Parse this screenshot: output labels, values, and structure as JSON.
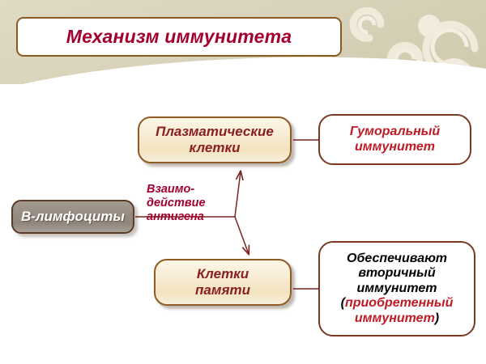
{
  "slide": {
    "title": "Механизм иммунитета",
    "title_color": "#a4002e",
    "header_color": "#d8d3ba",
    "background_color": "#ffffff"
  },
  "nodes": {
    "lymphocytes": {
      "label": "В-лимфоциты",
      "fill": "#958b81",
      "text_color": "#ffffff"
    },
    "plasma_cells": {
      "line1": "Плазматические",
      "line2": "клетки",
      "fill": "#f4e5c8",
      "text_color": "#8a2020"
    },
    "memory_cells": {
      "line1": "Клетки",
      "line2": "памяти",
      "fill": "#f4e5c8",
      "text_color": "#8a2020"
    },
    "humoral_immunity": {
      "line1": "Гуморальный",
      "line2": "иммунитет",
      "fill": "#ffffff",
      "text_color": "#c01a24"
    },
    "secondary_immunity": {
      "line1": "Обеспечивают",
      "line2": "вторичный",
      "line3": "иммунитет",
      "line4_open": "(",
      "line4_red": "приобретенный",
      "line5_red": "иммунитет",
      "line5_close": ")",
      "fill": "#ffffff",
      "text_color": "#000000",
      "accent_color": "#c01a24"
    }
  },
  "labels": {
    "antigen_interaction": {
      "line1": "Взаимо-",
      "line2": "действие",
      "line3": "антигена",
      "color": "#a4002e"
    }
  },
  "connectors": {
    "line_color": "#7a2424",
    "items": [
      "lymphocytes-to-junction",
      "junction-to-plasma-cells-arrow",
      "junction-to-memory-cells-arrow",
      "plasma-cells-to-humoral",
      "memory-cells-to-secondary"
    ]
  }
}
